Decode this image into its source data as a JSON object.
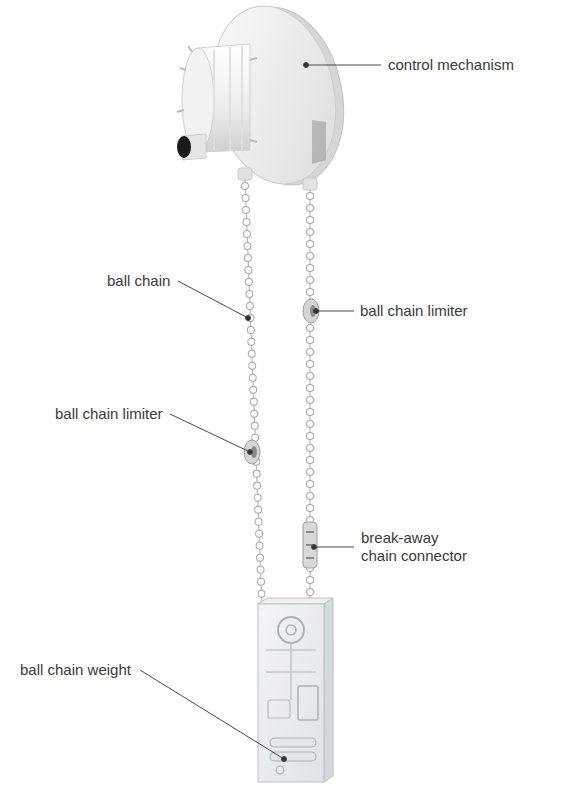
{
  "diagram": {
    "labels": [
      "control mechanism",
      "ball chain",
      "ball chain limiter",
      "ball chain limiter",
      "break-away chain connector",
      "ball chain weight"
    ]
  }
}
